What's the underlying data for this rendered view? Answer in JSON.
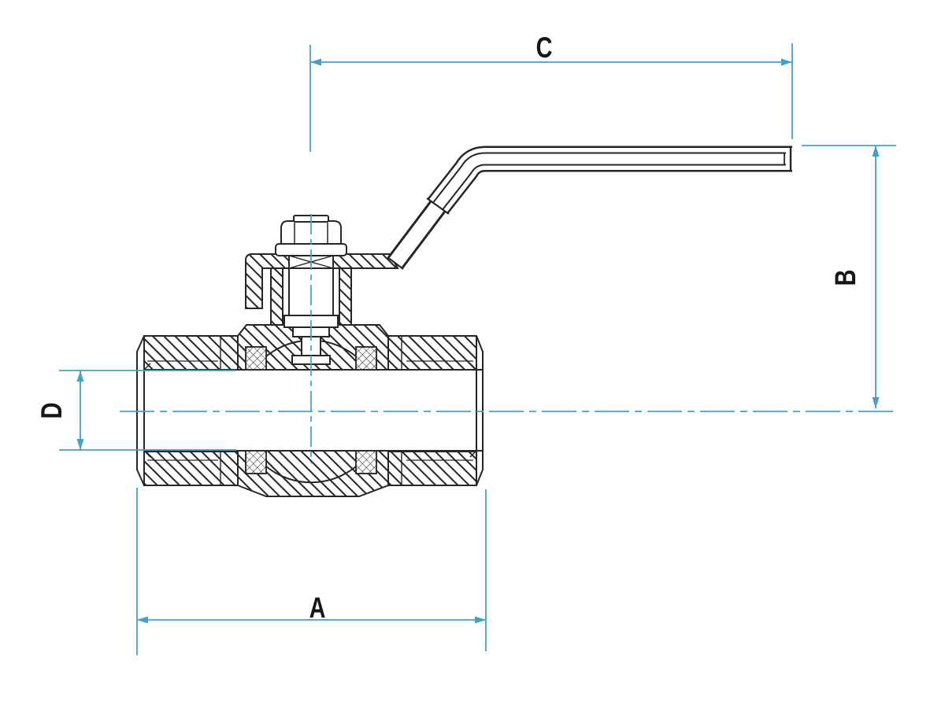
{
  "drawing": {
    "labels": {
      "a": "A",
      "b": "B",
      "c": "C",
      "d": "D"
    },
    "colors": {
      "background": "#ffffff",
      "line": "#262626",
      "dimension_blue": "#42a0c9",
      "label_text": "#161616"
    }
  }
}
